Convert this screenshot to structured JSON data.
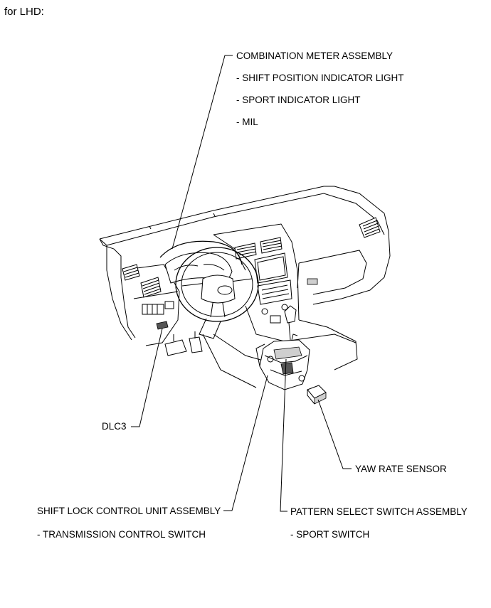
{
  "header": {
    "title": "for LHD:"
  },
  "labels": {
    "combination_meter": "COMBINATION METER ASSEMBLY",
    "shift_position_light": "- SHIFT POSITION INDICATOR LIGHT",
    "sport_indicator": "- SPORT INDICATOR LIGHT",
    "mil": "- MIL",
    "dlc3": "DLC3",
    "yaw_rate": "YAW RATE SENSOR",
    "shift_lock": "SHIFT LOCK CONTROL UNIT ASSEMBLY",
    "transmission_switch": "- TRANSMISSION CONTROL SWITCH",
    "pattern_select": "PATTERN SELECT SWITCH ASSEMBLY",
    "sport_switch": "- SPORT SWITCH"
  }
}
